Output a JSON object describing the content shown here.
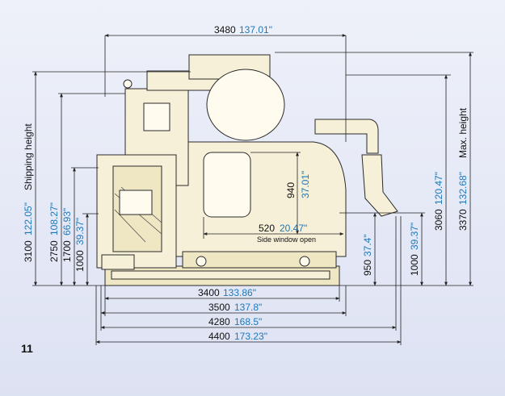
{
  "page_number": "11",
  "dims": {
    "top_width": {
      "metric": "3480",
      "imperial": "137.01\""
    },
    "shipping_height": {
      "metric": "3100",
      "imperial": "122.05\"",
      "label": "Shipping height"
    },
    "h2750": {
      "metric": "2750",
      "imperial": "108.27\""
    },
    "h1700": {
      "metric": "1700",
      "imperial": "66.93\""
    },
    "h1000_left": {
      "metric": "1000",
      "imperial": "39.37\""
    },
    "window_height": {
      "metric": "940",
      "imperial": "37.01\""
    },
    "window_width": {
      "metric": "520",
      "imperial": "20.47\"",
      "label": "Side window open"
    },
    "h950": {
      "metric": "950",
      "imperial": "37.4\""
    },
    "h1000_right": {
      "metric": "1000",
      "imperial": "39.37\""
    },
    "h3060": {
      "metric": "3060",
      "imperial": "120.47\""
    },
    "max_height": {
      "metric": "3370",
      "imperial": "132.68\"",
      "label": "Max. height"
    },
    "w3400": {
      "metric": "3400",
      "imperial": "133.86\""
    },
    "w3500": {
      "metric": "3500",
      "imperial": "137.8\""
    },
    "w4280": {
      "metric": "4280",
      "imperial": "168.5\""
    },
    "w4400": {
      "metric": "4400",
      "imperial": "173.23\""
    }
  },
  "colors": {
    "imperial": "#1d78b8",
    "machine_fill": "#f6f0d8",
    "background": "#e4e8f6"
  }
}
